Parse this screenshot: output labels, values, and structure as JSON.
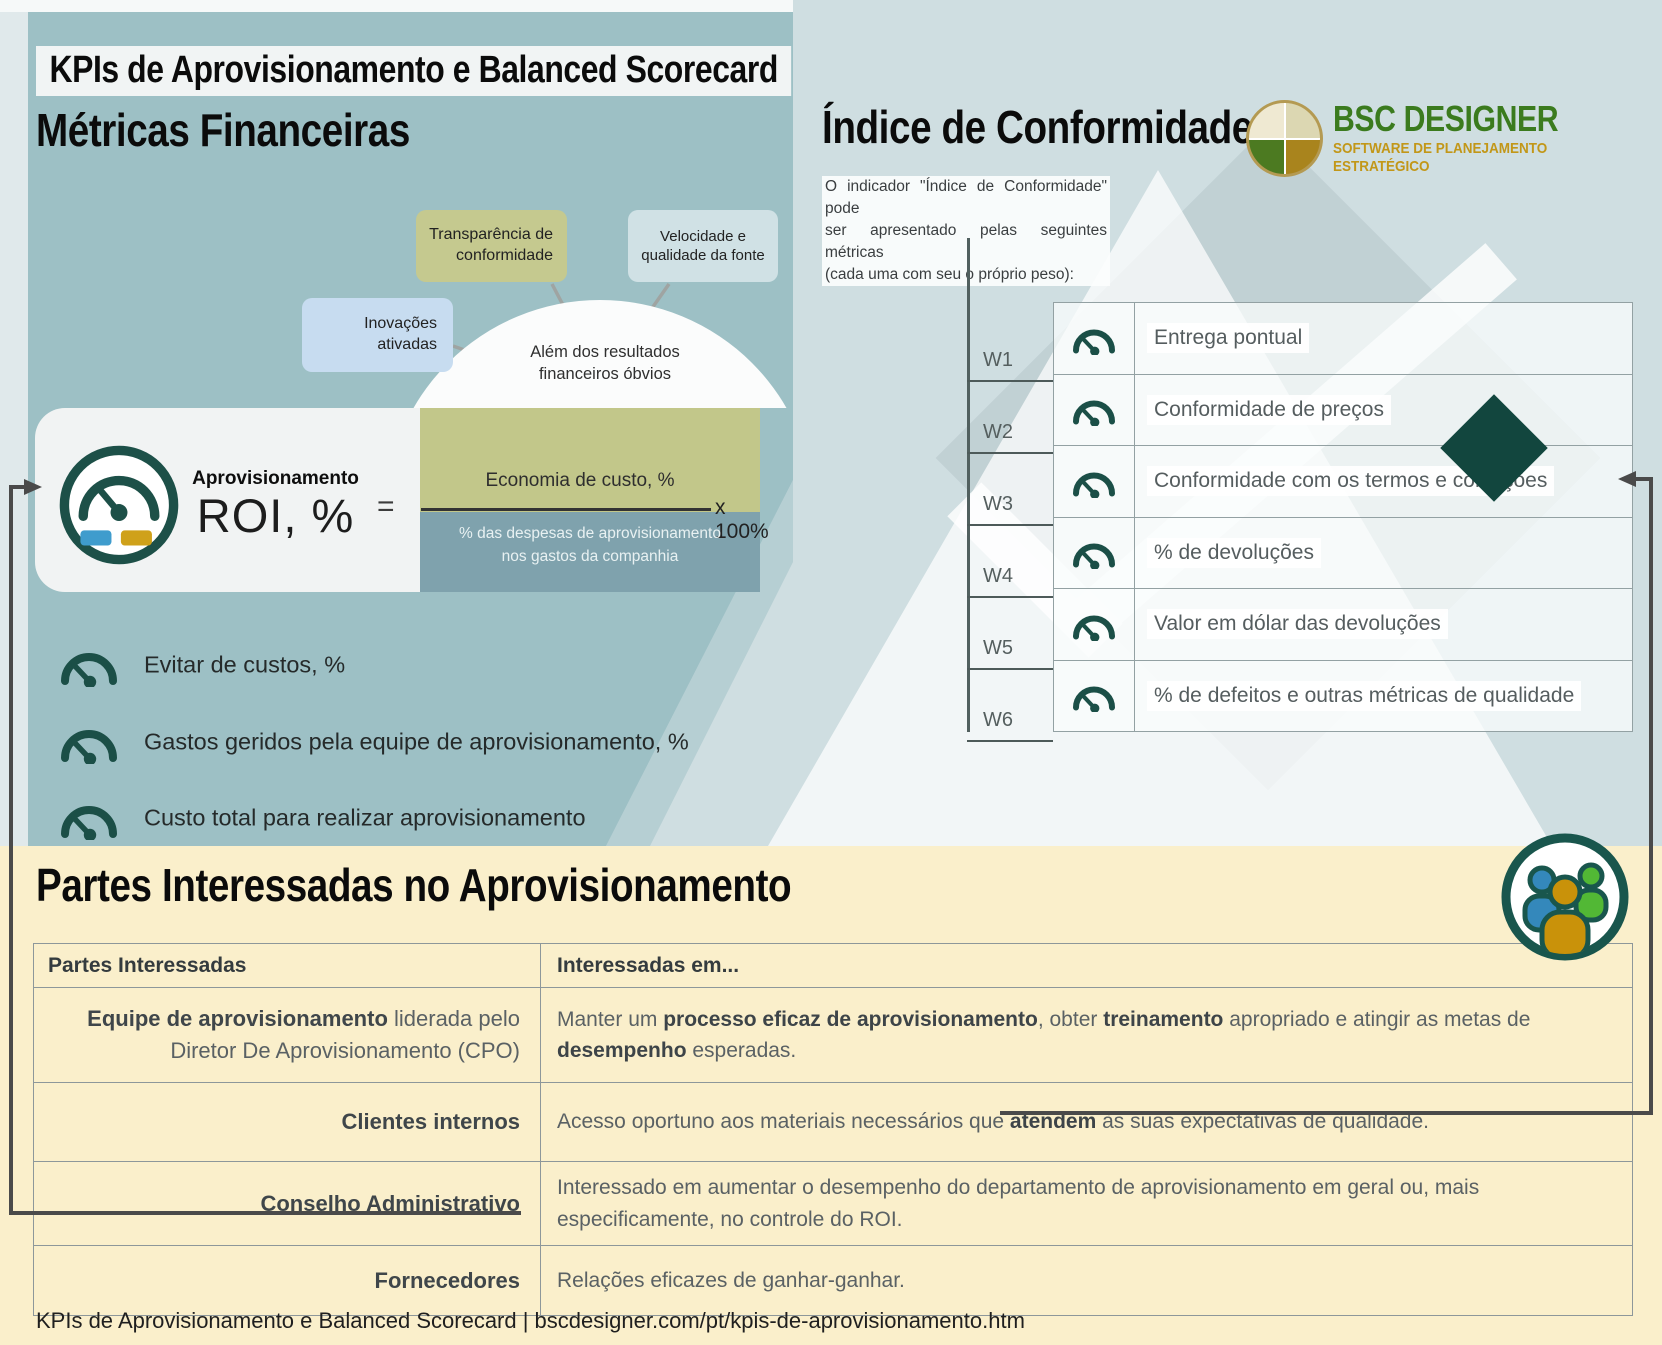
{
  "header": {
    "kicker": "KPIs de Aprovisionamento e Balanced Scorecard"
  },
  "financeiras": {
    "title": "Métricas Financeiras",
    "callouts": {
      "transparencia": "Transparência de conformidade",
      "velocidade": "Velocidade e qualidade da fonte",
      "inovacoes": "Inovações ativadas"
    },
    "dome_note": "Além dos resultados financeiros óbvios",
    "formula": {
      "label_top": "Aprovisionamento",
      "label_big": "ROI, %",
      "equals": "=",
      "numerator": "Economia de custo, %",
      "denominator_l1": "% das despesas de aprovisionamento",
      "denominator_l2": "nos gastos da companhia",
      "multiplier": "x 100%"
    },
    "metrics": [
      "Evitar de custos, %",
      "Gastos geridos pela equipe de aprovisionamento, %",
      "Custo total para realizar aprovisionamento"
    ]
  },
  "conformidade": {
    "title": "Índice de Conformidade",
    "intro_lines": [
      "O indicador \"Índice de Conformidade\" pode",
      "ser apresentado pelas seguintes métricas",
      "(cada uma com seu o próprio peso):"
    ],
    "rows": [
      {
        "weight": "W1",
        "label": "Entrega pontual"
      },
      {
        "weight": "W2",
        "label": "Conformidade de preços"
      },
      {
        "weight": "W3",
        "label": "Conformidade com os termos e condições"
      },
      {
        "weight": "W4",
        "label": "% de devoluções"
      },
      {
        "weight": "W5",
        "label": "Valor em dólar das devoluções"
      },
      {
        "weight": "W6",
        "label": "% de defeitos e outras métricas de qualidade"
      }
    ]
  },
  "logo": {
    "name": "BSC DESIGNER",
    "tagline_l1": "SOFTWARE DE PLANEJAMENTO",
    "tagline_l2": "ESTRATÉGICO"
  },
  "stakeholders": {
    "title": "Partes Interessadas no Aprovisionamento",
    "table": {
      "col1_header": "Partes Interessadas",
      "col2_header": "Interessadas em...",
      "rows": [
        {
          "who_rich": [
            {
              "t": "Equipe de aprovisionamento",
              "b": true
            },
            {
              "t": " liderada pelo",
              "b": false
            }
          ],
          "who_line2": "Diretor De Aprovisionamento (CPO)",
          "interest_rich": [
            {
              "t": "Manter um ",
              "b": false
            },
            {
              "t": "processo eficaz de aprovisionamento",
              "b": true
            },
            {
              "t": ", obter ",
              "b": false
            },
            {
              "t": "treinamento",
              "b": true
            },
            {
              "t": " apropriado e atingir as metas de ",
              "b": false
            },
            {
              "t": "desempenho",
              "b": true
            },
            {
              "t": " esperadas.",
              "b": false
            }
          ]
        },
        {
          "who": "Clientes internos",
          "interest_rich": [
            {
              "t": "Acesso oportuno aos materiais necessários que ",
              "b": false
            },
            {
              "t": "atendem",
              "b": true
            },
            {
              "t": " às suas expectativas de qualidade.",
              "b": false
            }
          ]
        },
        {
          "who": "Conselho Administrativo",
          "interest": "Interessado em aumentar o desempenho do departamento de aprovisionamento em geral ou, mais especificamente, no controle do ROI."
        },
        {
          "who": "Fornecedores",
          "interest": "Relações eficazes de ganhar-ganhar."
        }
      ]
    }
  },
  "footer": {
    "text": "KPIs de Aprovisionamento e Balanced Scorecard | bscdesigner.com/pt/kpis-de-aprovisionamento.htm"
  },
  "icons": {
    "gauge": "gauge-icon",
    "people": "people-group-icon",
    "logo_pie": "pie-quadrant-logo-icon"
  },
  "colors": {
    "teal_panel": "#9dc0c5",
    "light_bg": "#cfdee1",
    "cream_bg": "#faefcb",
    "dark_teal": "#1b4f47",
    "diamond_dark": "#12463e",
    "olive": "#c2c78a",
    "slate": "#7fa2ad",
    "callout_blue": "#c7dcf0",
    "callout_gray": "#d0e1e5",
    "bar_blue": "#3f9ccd",
    "bar_gold": "#cfa11a",
    "logo_green": "#3b7b1e",
    "logo_gold": "#c29718",
    "connector_gray": "#4a4a4a"
  }
}
